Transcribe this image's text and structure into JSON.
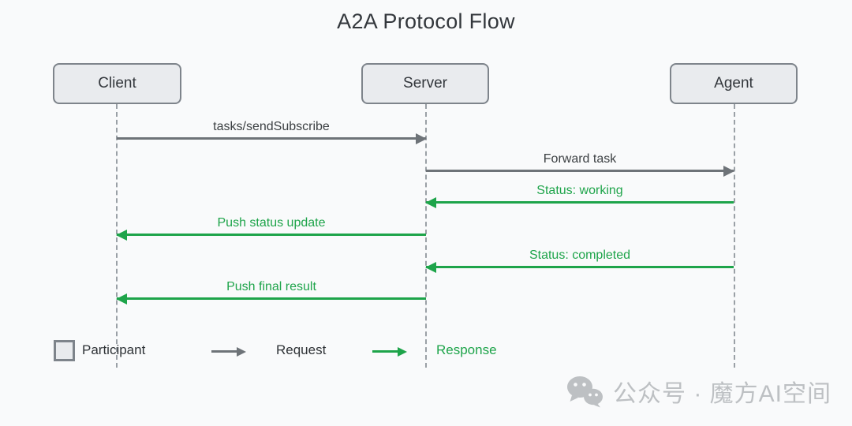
{
  "title": "A2A Protocol Flow",
  "participants": [
    {
      "name": "Client"
    },
    {
      "name": "Server"
    },
    {
      "name": "Agent"
    }
  ],
  "messages": [
    {
      "label": "tasks/sendSubscribe",
      "from": "Client",
      "to": "Server",
      "type": "request",
      "direction": "right"
    },
    {
      "label": "Forward task",
      "from": "Server",
      "to": "Agent",
      "type": "request",
      "direction": "right"
    },
    {
      "label": "Status: working",
      "from": "Agent",
      "to": "Server",
      "type": "response",
      "direction": "left"
    },
    {
      "label": "Push status update",
      "from": "Server",
      "to": "Client",
      "type": "response",
      "direction": "left"
    },
    {
      "label": "Status: completed",
      "from": "Agent",
      "to": "Server",
      "type": "response",
      "direction": "left"
    },
    {
      "label": "Push final result",
      "from": "Server",
      "to": "Client",
      "type": "response",
      "direction": "left"
    }
  ],
  "legend": {
    "participant_label": "Participant",
    "request_label": "Request",
    "response_label": "Response"
  },
  "watermark": {
    "icon": "wechat-icon",
    "text": "公众号 · 魔方AI空间"
  },
  "colors": {
    "background": "#f9fafb",
    "request_gray": "#6e7378",
    "response_green": "#1ea44a",
    "box_fill": "#e9ebee",
    "box_border": "#7e848b",
    "lifeline_gray": "#9aa0a6",
    "text_dark": "#33373c",
    "watermark_gray": "#bdc0c3"
  }
}
